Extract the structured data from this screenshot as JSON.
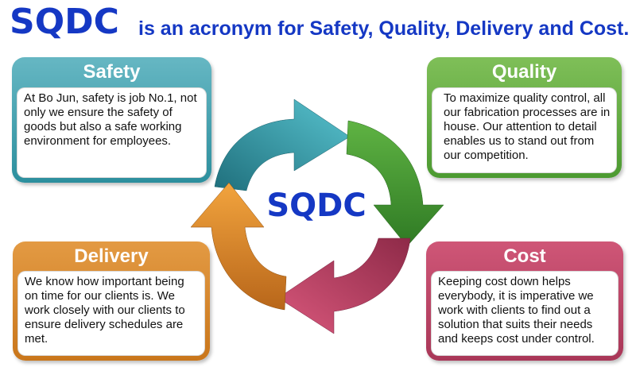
{
  "headline": {
    "acronym": "SQDC",
    "text": "is an acronym for Safety, Quality, Delivery and Cost."
  },
  "center_label": "SQDC",
  "cards": {
    "safety": {
      "title": "Safety",
      "color": "#3a9aa8",
      "body": "At Bo Jun, safety is job No.1, not only we ensure the safety of goods but also a safe working environment for employees."
    },
    "quality": {
      "title": "Quality",
      "color": "#5ea83e",
      "body": "To maximize quality control, all our fabrication processes are in house. Our attention to detail enables us to stand out from our competition."
    },
    "delivery": {
      "title": "Delivery",
      "color": "#d4852a",
      "body": "We know how important being on time for our clients is. We work closely with our clients to ensure delivery schedules are met."
    },
    "cost": {
      "title": "Cost",
      "color": "#b8446a",
      "body": "Keeping cost down helps everybody, it is imperative we work with clients to find out a solution that suits their needs and keeps cost under control."
    }
  },
  "cycle_arrows": [
    {
      "name": "teal-arrow",
      "color": "#2f9aa6"
    },
    {
      "name": "green-arrow",
      "color": "#4f9a35"
    },
    {
      "name": "crimson-arrow",
      "color": "#b83e62"
    },
    {
      "name": "orange-arrow",
      "color": "#e08b2a"
    }
  ]
}
